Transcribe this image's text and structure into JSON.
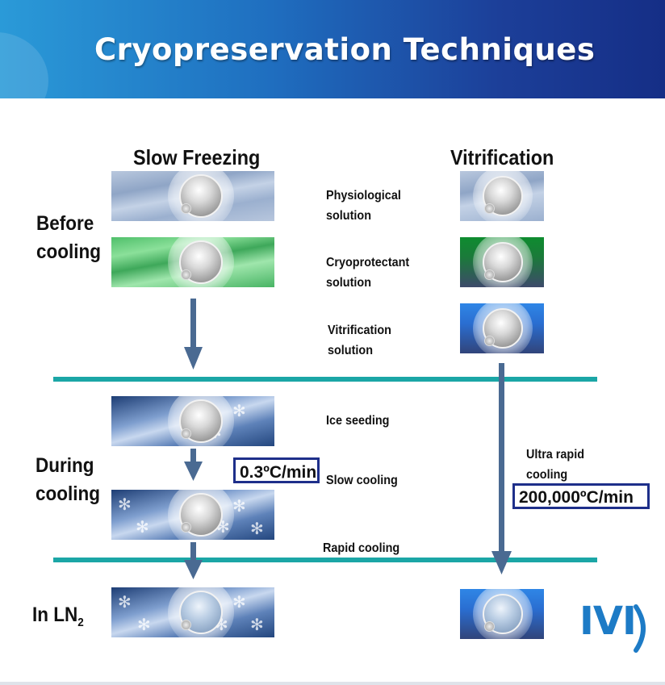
{
  "title": "Cryopreservation Techniques",
  "columns": {
    "slow": "Slow Freezing",
    "vitrification": "Vitrification"
  },
  "rows": {
    "before_line1": "Before",
    "before_line2": "cooling",
    "during_line1": "During",
    "during_line2": "cooling",
    "ln2_prefix": "In LN",
    "ln2_sub": "2"
  },
  "descriptions": {
    "physiological_1": "Physiological",
    "physiological_2": "solution",
    "cryoprotectant_1": "Cryoprotectant",
    "cryoprotectant_2": "solution",
    "vitrification_1": "Vitrification",
    "vitrification_2": "solution",
    "ice_seeding": "Ice seeding",
    "slow_cooling": "Slow cooling",
    "rapid_cooling": "Rapid cooling",
    "ultra_rapid_1": "Ultra rapid",
    "ultra_rapid_2": "cooling"
  },
  "rates": {
    "slow": "0.3ºC/min",
    "vitrification": "200,000ºC/min"
  },
  "logo": "IVI",
  "icons": {
    "ice_crystal": "ice-crystal-icon",
    "arrow": "arrow-down-icon"
  },
  "colors": {
    "header_start": "#2a9ad8",
    "header_end": "#152e86",
    "divider": "#1ba6a6",
    "arrow": "#4a6a92",
    "rate_border": "#1e2f8a",
    "logo": "#1d7bc6"
  }
}
